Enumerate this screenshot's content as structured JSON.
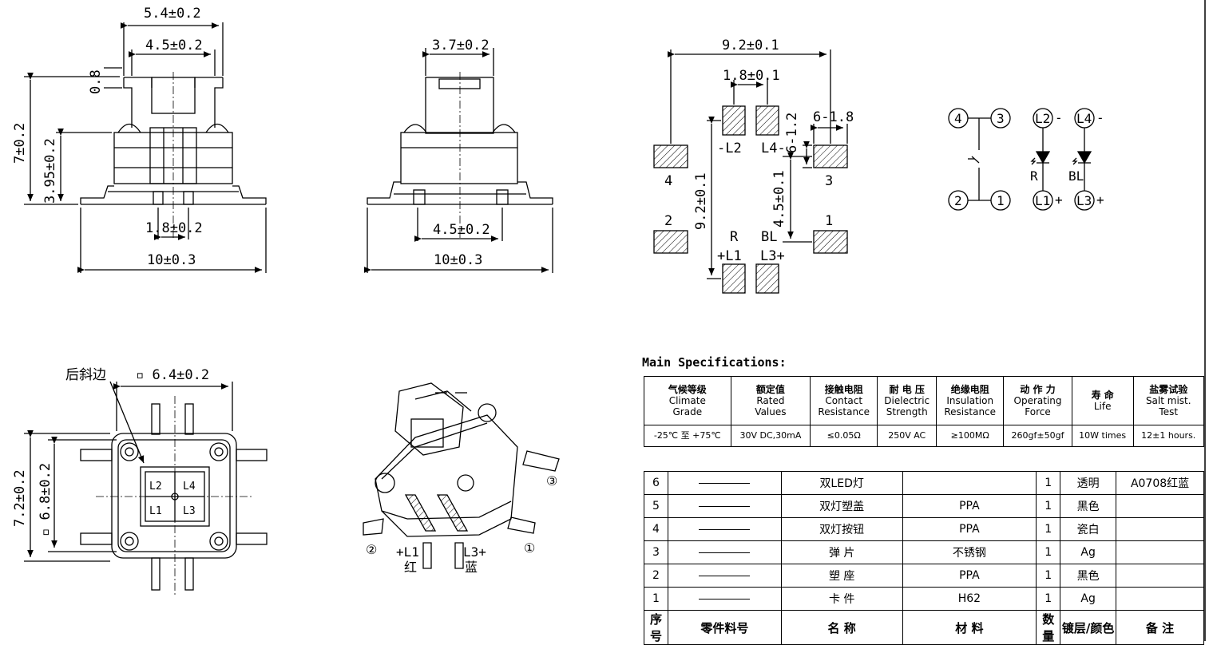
{
  "front_view": {
    "dims": [
      "5.4±0.2",
      "4.5±0.2",
      "0.8",
      "7±0.2",
      "3.95±0.2",
      "1.8±0.2",
      "10±0.3"
    ]
  },
  "side_view": {
    "dims": [
      "3.7±0.2",
      "4.5±0.2",
      "10±0.3"
    ]
  },
  "footprint": {
    "dims": [
      "9.2±0.1",
      "1.8±0.1",
      "6-1.8",
      "6-1.2",
      "9.2±0.1",
      "4.5±0.1"
    ],
    "labels": [
      "-L2",
      "L4-",
      "4",
      "3",
      "2",
      "1",
      "R",
      "BL",
      "+L1",
      "L3+"
    ]
  },
  "schematic": {
    "nodes": [
      "4",
      "3",
      "2",
      "1",
      "L2",
      "L4",
      "L1",
      "L3"
    ],
    "signs": [
      "-",
      "-",
      "+",
      "+"
    ],
    "colors": [
      "R",
      "BL"
    ]
  },
  "top_view": {
    "note": "后斜边",
    "dims": [
      "▫ 6.4±0.2",
      "7.2±0.2",
      "▫ 6.8±0.2"
    ],
    "leds": [
      "L2",
      "L4",
      "L1",
      "L3"
    ]
  },
  "iso_view": {
    "labels": [
      "②",
      "+L1",
      "红",
      "L3+",
      "蓝",
      "①",
      "③"
    ]
  },
  "spec_title": "Main Specifications:",
  "spec": {
    "headers": [
      [
        "气候等级",
        "Climate",
        "Grade"
      ],
      [
        "额定值",
        "Rated",
        "Values"
      ],
      [
        "接触电阻",
        "Contact",
        "Resistance"
      ],
      [
        "耐 电 压",
        "Dielectric",
        "Strength"
      ],
      [
        "绝缘电阻",
        "Insulation",
        "Resistance"
      ],
      [
        "动 作 力",
        "Operating",
        "Force"
      ],
      [
        "寿  命",
        "Life",
        ""
      ],
      [
        "盐雾试验",
        "Salt mist.",
        "Test"
      ]
    ],
    "values": [
      "-25℃ 至 +75℃",
      "30V DC,30mA",
      "≤0.05Ω",
      "250V AC",
      "≥100MΩ",
      "260gf±50gf",
      "10W times",
      "12±1 hours."
    ]
  },
  "parts": {
    "rows": [
      {
        "no": "6",
        "name": "双LED灯",
        "material": "",
        "qty": "1",
        "finish": "透明",
        "note": "A0708红蓝"
      },
      {
        "no": "5",
        "name": "双灯塑盖",
        "material": "PPA",
        "qty": "1",
        "finish": "黑色",
        "note": ""
      },
      {
        "no": "4",
        "name": "双灯按钮",
        "material": "PPA",
        "qty": "1",
        "finish": "瓷白",
        "note": ""
      },
      {
        "no": "3",
        "name": "弹   片",
        "material": "不锈钢",
        "qty": "1",
        "finish": "Ag",
        "note": ""
      },
      {
        "no": "2",
        "name": "塑   座",
        "material": "PPA",
        "qty": "1",
        "finish": "黑色",
        "note": ""
      },
      {
        "no": "1",
        "name": "卡   件",
        "material": "H62",
        "qty": "1",
        "finish": "Ag",
        "note": ""
      }
    ],
    "footer": {
      "no": "序号",
      "part_no": "零件料号",
      "name": "名   称",
      "material": "材  料",
      "qty": "数量",
      "finish": "镀层/颜色",
      "note": "备  注"
    }
  },
  "colors": {
    "line": "#000000",
    "background": "#ffffff"
  }
}
